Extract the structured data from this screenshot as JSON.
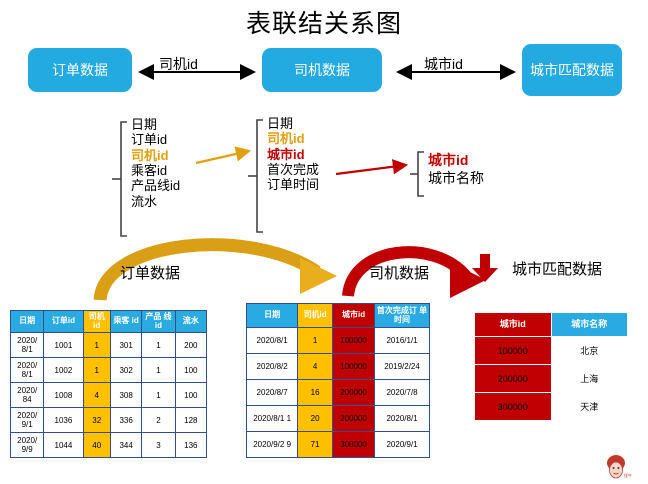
{
  "title": "表联结关系图",
  "entities": {
    "order": {
      "label": "订单数据"
    },
    "driver": {
      "label": "司机数据"
    },
    "city": {
      "label": "城市匹配数据"
    }
  },
  "relations": {
    "order_driver": {
      "label": "司机id"
    },
    "driver_city": {
      "label": "城市id"
    }
  },
  "field_lists": {
    "order": {
      "fields": [
        "日期",
        "订单id",
        "司机id",
        "乘客id",
        "产品线id",
        "流水"
      ],
      "highlight": "司机id",
      "highlight_color": "#E0A010"
    },
    "driver": {
      "fields": [
        "日期",
        "司机id",
        "城市id",
        "首次完成",
        "订单时间"
      ],
      "highlight_gold": "司机id",
      "highlight_red": "城市id",
      "gold_color": "#E0A010",
      "red_color": "#C00000"
    },
    "city": {
      "fields": [
        "城市id",
        "城市名称"
      ],
      "highlight_red": "城市id",
      "red_color": "#C00000"
    }
  },
  "table_labels": {
    "order": "订单数据",
    "driver": "司机数据",
    "city": "城市匹配数据"
  },
  "tables": {
    "order": {
      "headers": [
        "日期",
        "订单id",
        "司机 id",
        "乘客 id",
        "产品 线id",
        "流水"
      ],
      "key_column_index": 2,
      "rows": [
        [
          "2020/ 8/1",
          "1001",
          "1",
          "301",
          "1",
          "200"
        ],
        [
          "2020/ 8/1",
          "1002",
          "1",
          "302",
          "1",
          "100"
        ],
        [
          "2020/ 84",
          "1008",
          "4",
          "308",
          "1",
          "100"
        ],
        [
          "2020/ 9/1",
          "1036",
          "32",
          "336",
          "2",
          "128"
        ],
        [
          "2020/ 9/9",
          "1044",
          "40",
          "344",
          "3",
          "136"
        ]
      ]
    },
    "driver": {
      "headers": [
        "日期",
        "司机id",
        "城市id",
        "首次完成订 单时间"
      ],
      "gold_column_index": 1,
      "red_column_index": 2,
      "rows": [
        [
          "2020/8/1",
          "1",
          "100000",
          "2016/1/1"
        ],
        [
          "2020/8/2",
          "4",
          "100000",
          "2019/2/24"
        ],
        [
          "2020/8/7",
          "16",
          "200000",
          "2020/7/8"
        ],
        [
          "2020/8/1 1",
          "20",
          "200000",
          "2020/8/1"
        ],
        [
          "2020/9/2 9",
          "71",
          "300000",
          "2020/9/1"
        ]
      ]
    },
    "city": {
      "headers": [
        "城市id",
        "城市名称"
      ],
      "red_column_index": 0,
      "rows": [
        [
          "100000",
          "北京"
        ],
        [
          "200000",
          "上海"
        ],
        [
          "300000",
          "天津"
        ]
      ]
    }
  },
  "colors": {
    "blue": "#29ABE2",
    "gold": "#FFC000",
    "red": "#C00000",
    "gold_arrow": "#D9A016",
    "red_arrow": "#C00000"
  }
}
